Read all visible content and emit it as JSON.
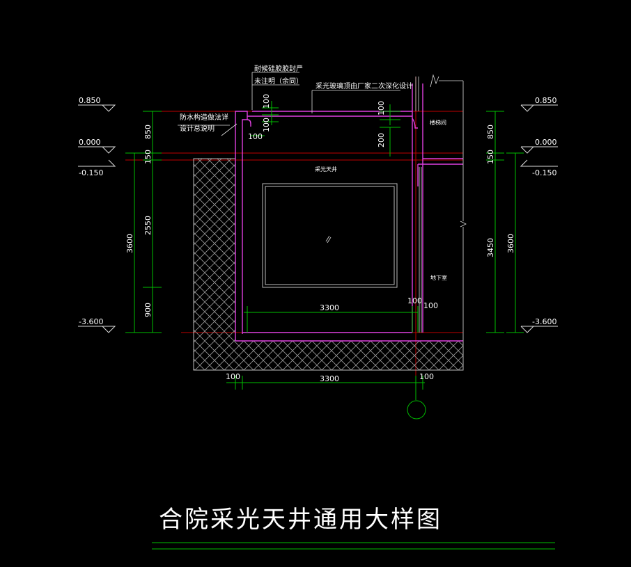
{
  "drawing": {
    "title": "合院采光天井通用大样图",
    "colors": {
      "background": "#000000",
      "structure": "#e040e0",
      "dimension": "#00c000",
      "reference": "#c00000",
      "text": "#ffffff",
      "hatch": "#9a9a9a",
      "frame": "#bbbbbb"
    },
    "notes": {
      "sealant_1": "耐候硅胶胶封严",
      "sealant_2": "未注明（余同）",
      "glass_note": "采光玻璃顶由厂家二次深化设计",
      "waterproof_1": "防水构造做法详",
      "waterproof_2": "设计总说明",
      "skylight_label": "采光天井",
      "room_top": "楼梯间",
      "room_basement": "地下室"
    },
    "levels": {
      "left": [
        "0.850",
        "0.000",
        "-0.150",
        "-3.600"
      ],
      "right": [
        "0.850",
        "0.000",
        "-0.150",
        "-3.600"
      ]
    },
    "dimensions": {
      "left_chain": [
        "850",
        "150",
        "2550",
        "900"
      ],
      "left_total": "3600",
      "right_chain": [
        "850",
        "150",
        "3450"
      ],
      "right_total": "3600",
      "inner_width": "3300",
      "inner_left_wall": "100",
      "inner_right_wall": "100",
      "bottom_width": "3300",
      "bottom_left_wall": "100",
      "bottom_right_wall": "100",
      "top_slab_1": "100",
      "top_slab_2": "100",
      "top_slab_3": "100",
      "side_100": "100",
      "beam_200": "200"
    }
  }
}
